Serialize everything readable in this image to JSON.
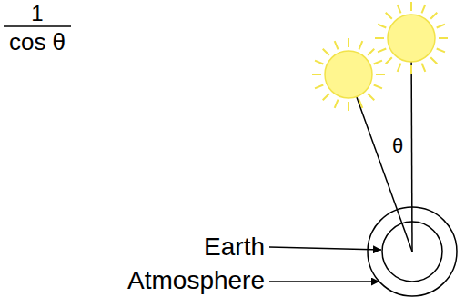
{
  "diagram": {
    "labels": [
      "1",
      "cos θ",
      "θ",
      "Earth",
      "Atmosphere"
    ]
  }
}
